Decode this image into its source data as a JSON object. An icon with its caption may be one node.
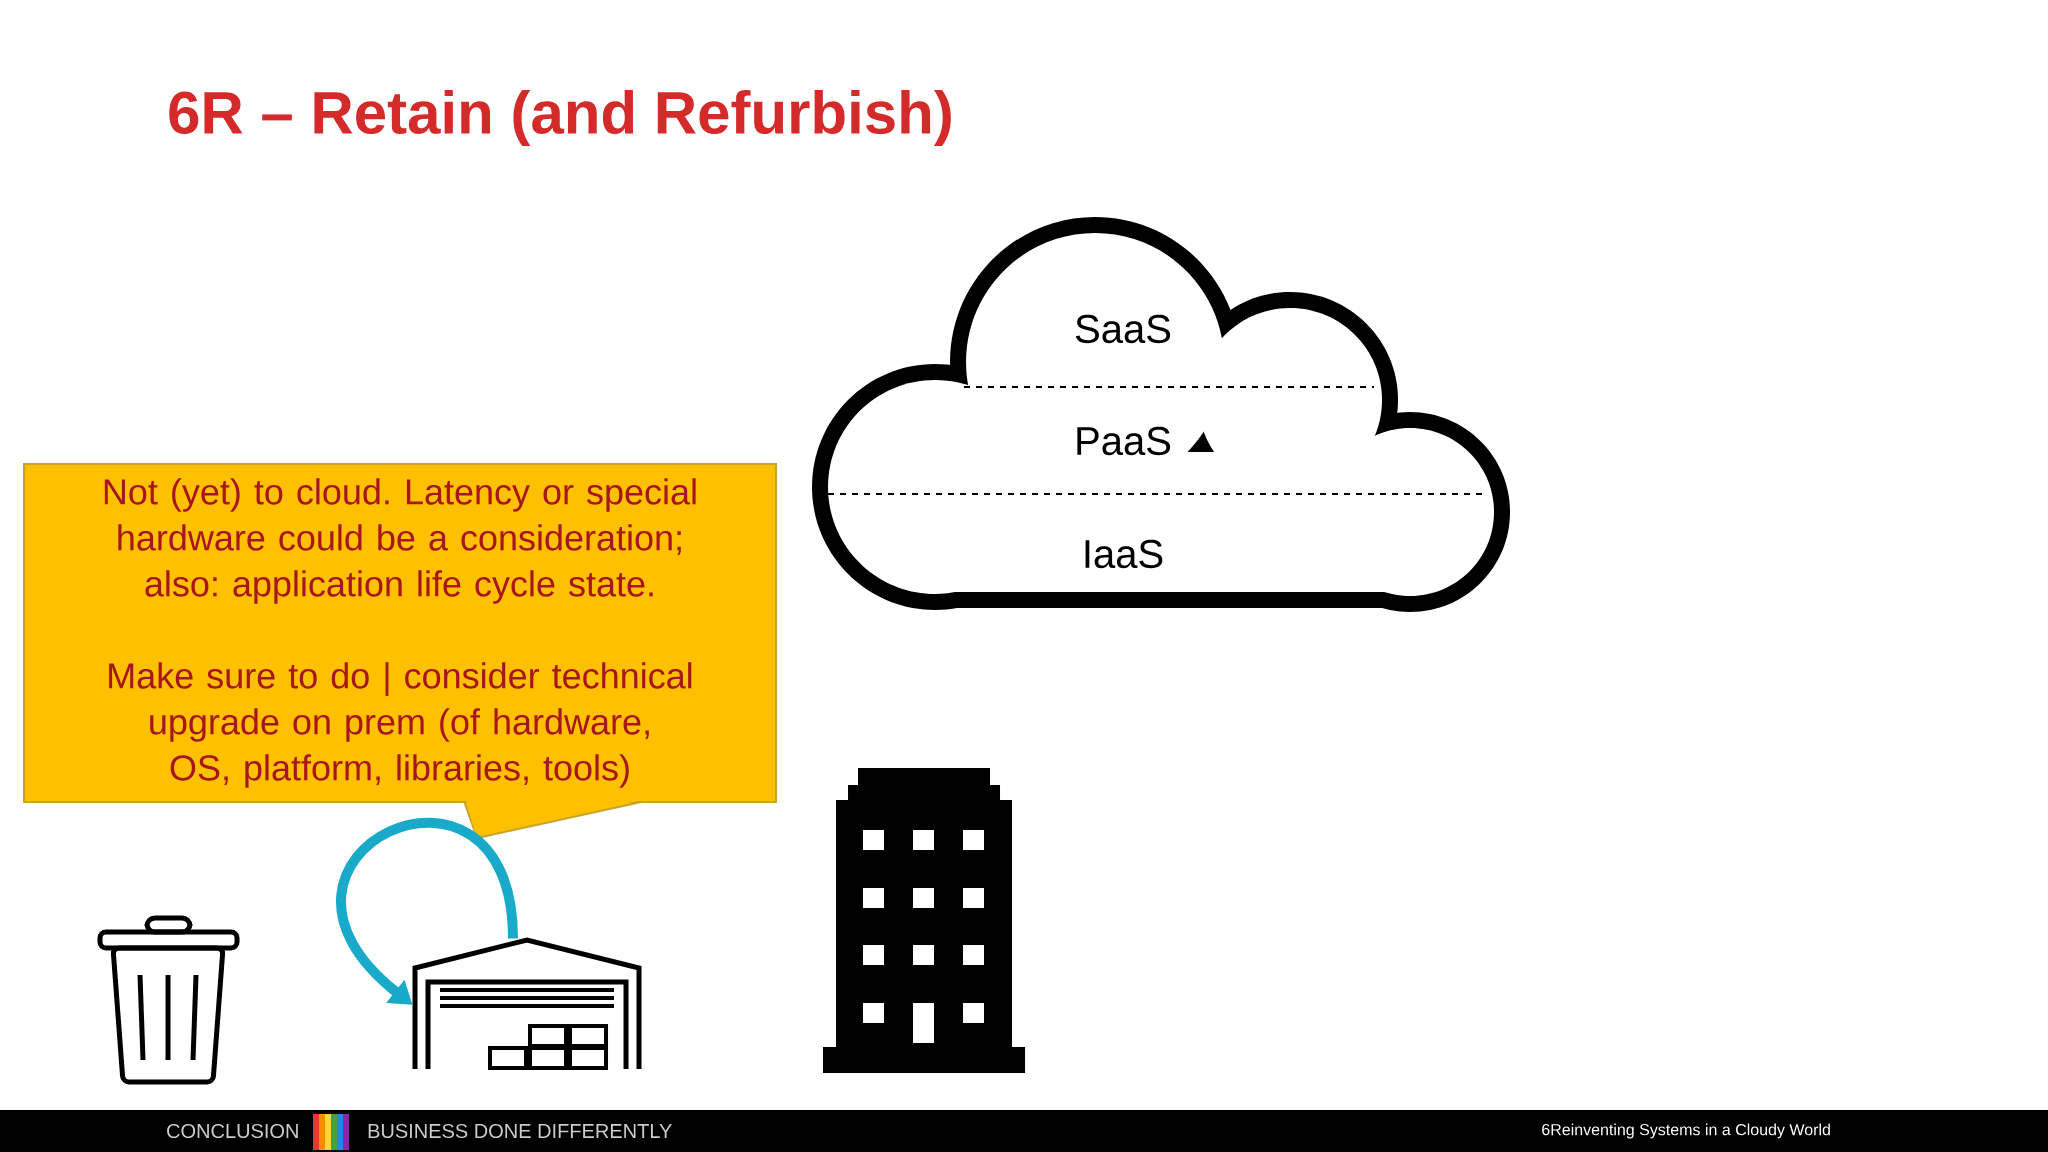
{
  "diagram": {
    "title": "6R – Retain (and Refurbish)",
    "nodes": [
      {
        "text": [
          "SaaS",
          "PaaS",
          "IaaS"
        ]
      },
      {
        "text": [
          "Not (yet) to cloud. Latency or special hardware could be a consideration; also: application life cycle state.",
          "Make sure to do | consider technical upgrade on prem (of hardware, OS, platform, libraries, tools)"
        ]
      },
      {
        "text": [],
        "shape": "bin"
      },
      {
        "text": [],
        "shape": "warehouse"
      },
      {
        "text": [],
        "shape": "building"
      }
    ],
    "edges": [
      {
        "from": 3,
        "to": 3,
        "arrow": "to",
        "color": "#19a9c9"
      }
    ],
    "labels": [
      "CONCLUSION",
      "BUSINESS DONE DIFFERENTLY",
      "6Reinventing Systems in a Cloudy World"
    ]
  }
}
